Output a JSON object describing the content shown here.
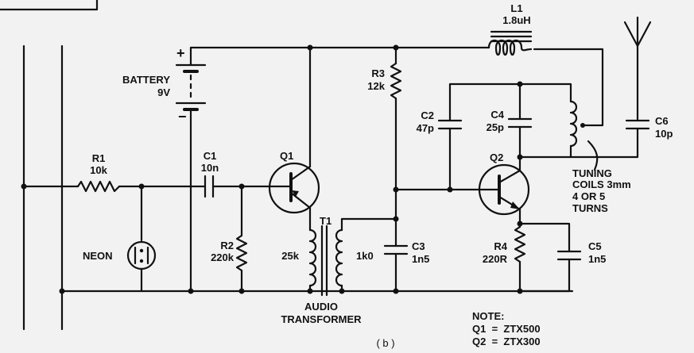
{
  "labels": {
    "battery": "BATTERY",
    "battery_v": "9V",
    "plus": "+",
    "minus": "−",
    "r1": "R1",
    "r1_val": "10k",
    "c1": "C1",
    "c1_val": "10n",
    "q1": "Q1",
    "r2": "R2",
    "r2_val": "220k",
    "neon": "NEON",
    "t1": "T1",
    "t1_primary": "25k",
    "t1_secondary": "1k0",
    "audio_1": "AUDIO",
    "audio_2": "TRANSFORMER",
    "r3": "R3",
    "r3_val": "12k",
    "c3": "C3",
    "c3_val": "1n5",
    "l1": "L1",
    "l1_val": "1.8uH",
    "c2": "C2",
    "c2_val": "47p",
    "c4": "C4",
    "c4_val": "25p",
    "q2": "Q2",
    "c6": "C6",
    "c6_val": "10p",
    "tuning_1": "TUNING",
    "tuning_2": "COILS 3mm",
    "tuning_3": "4 OR 5",
    "tuning_4": "TURNS",
    "r4": "R4",
    "r4_val": "220R",
    "c5": "C5",
    "c5_val": "1n5",
    "note_1": "NOTE:",
    "note_2": "Q1  =  ZTX500",
    "note_3": "Q2  =  ZTX300",
    "fig": "( b )"
  }
}
